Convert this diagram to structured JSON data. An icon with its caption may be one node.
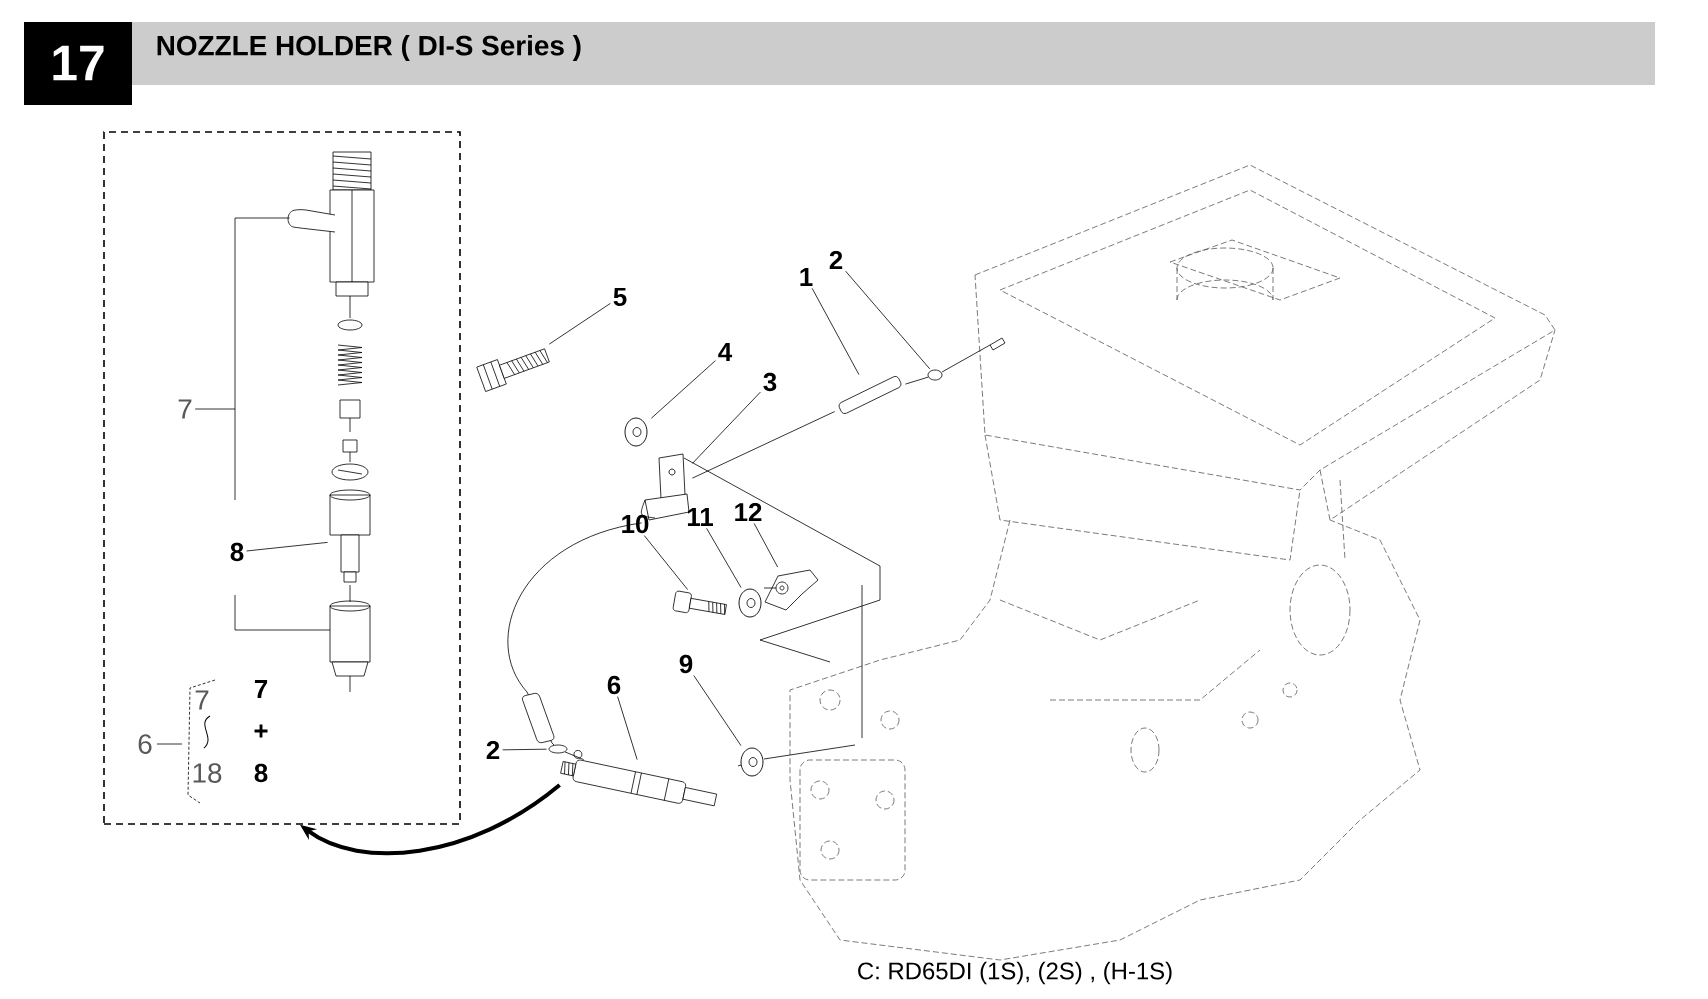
{
  "diagram": {
    "title": "NOZZLE HOLDER ( DI-S Series )",
    "caption": "C: RD65DI (1S), (2S) , (H-1S)",
    "nodes": [
      {
        "text": [],
        "shape": "box"
      },
      {
        "text": [
          "7"
        ],
        "in": 0
      },
      {
        "text": [],
        "shape": "picture",
        "in": 0
      },
      {
        "text": [
          "8"
        ],
        "in": 0
      },
      {
        "text": [],
        "shape": "picture",
        "in": 2
      },
      {
        "text": [
          "5"
        ]
      },
      {
        "text": [],
        "shape": "picture"
      },
      {
        "text": [
          "4"
        ]
      },
      {
        "text": [],
        "shape": "picture"
      },
      {
        "text": [
          "3"
        ]
      },
      {
        "text": [],
        "shape": "picture"
      },
      {
        "text": [
          "1"
        ]
      },
      {
        "text": [],
        "shape": "picture"
      },
      {
        "text": [
          "2"
        ]
      },
      {
        "text": [],
        "shape": "circle"
      },
      {
        "text": [
          "10"
        ]
      },
      {
        "text": [],
        "shape": "picture"
      },
      {
        "text": [
          "11"
        ]
      },
      {
        "text": [],
        "shape": "picture"
      },
      {
        "text": [
          "12"
        ]
      },
      {
        "text": [],
        "shape": "picture"
      },
      {
        "text": [
          "9"
        ]
      },
      {
        "text": [],
        "shape": "picture"
      },
      {
        "text": [
          "6"
        ]
      },
      {
        "text": [],
        "shape": "picture"
      },
      {
        "text": [
          "2"
        ]
      },
      {
        "text": [],
        "shape": "circle"
      }
    ],
    "edges": [
      {
        "from": 1,
        "to": 2,
        "arrow": "none"
      },
      {
        "from": 3,
        "to": 4,
        "arrow": "none"
      },
      {
        "from": 5,
        "to": 6,
        "arrow": "none"
      },
      {
        "from": 7,
        "to": 8,
        "arrow": "none"
      },
      {
        "from": 9,
        "to": 10,
        "arrow": "none"
      },
      {
        "from": 11,
        "to": 12,
        "arrow": "none"
      },
      {
        "from": 13,
        "to": 14,
        "arrow": "none"
      },
      {
        "from": 15,
        "to": 16,
        "arrow": "none"
      },
      {
        "from": 17,
        "to": 18,
        "arrow": "none"
      },
      {
        "from": 19,
        "to": 20,
        "arrow": "none"
      },
      {
        "from": 21,
        "to": 22,
        "arrow": "none"
      },
      {
        "from": 23,
        "to": 24,
        "arrow": "none"
      },
      {
        "from": 25,
        "to": 26,
        "arrow": "none"
      },
      {
        "from": 24,
        "to": 0,
        "arrow": "to",
        "style": "thick"
      },
      {
        "from": 26,
        "to": 24,
        "arrow": "none"
      },
      {
        "from": 14,
        "to": 12,
        "arrow": "none"
      },
      {
        "from": 12,
        "to": 10,
        "arrow": "none"
      },
      {
        "from": 10,
        "to": 26,
        "arrow": "none"
      }
    ],
    "labels": [
      "17",
      "7",
      "7",
      "6",
      "+",
      "18",
      "8"
    ]
  }
}
